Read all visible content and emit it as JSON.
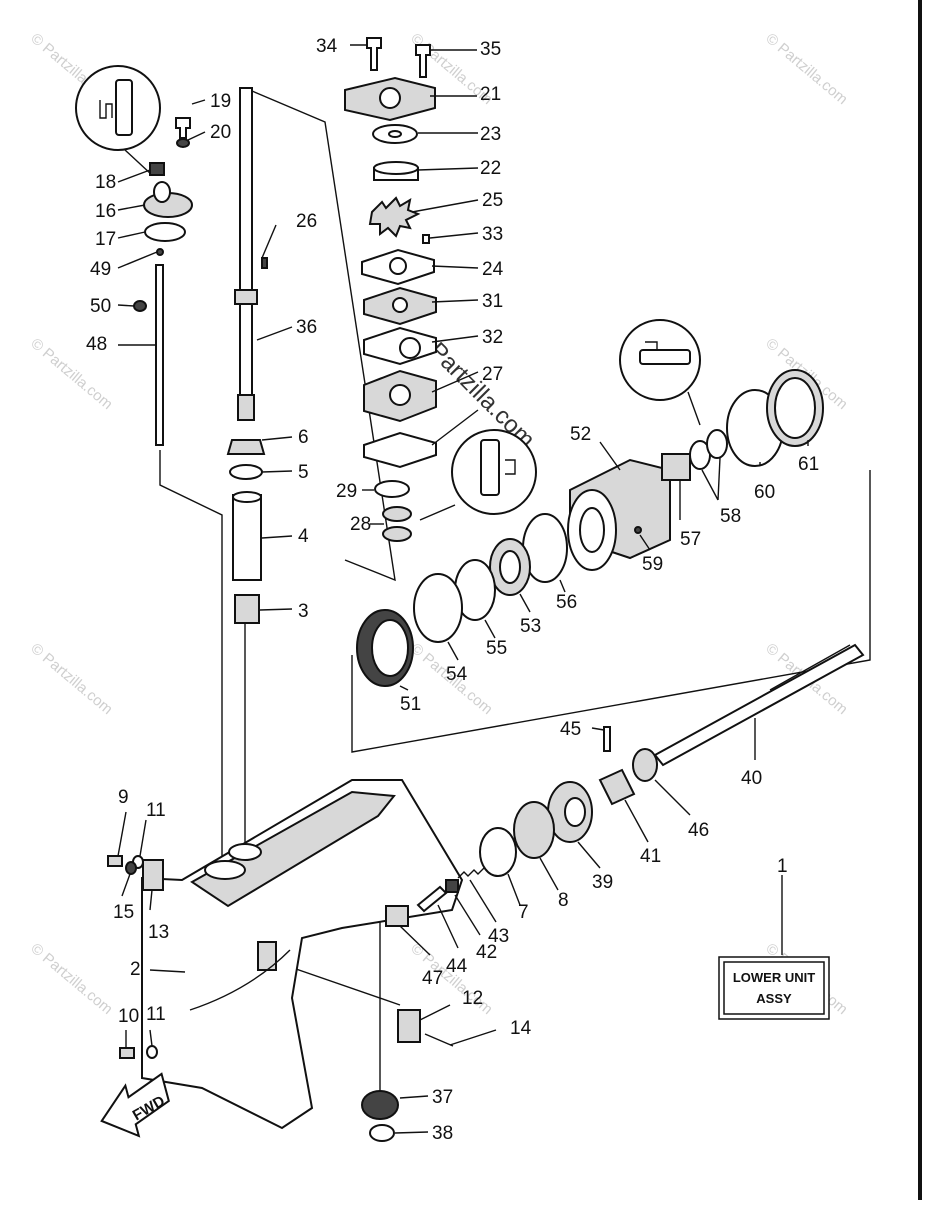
{
  "diagram": {
    "part_labels": [
      "1",
      "2",
      "3",
      "4",
      "5",
      "6",
      "7",
      "8",
      "9",
      "10",
      "11",
      "11",
      "12",
      "13",
      "14",
      "15",
      "16",
      "17",
      "18",
      "19",
      "20",
      "21",
      "22",
      "23",
      "24",
      "25",
      "26",
      "27",
      "28",
      "29",
      "31",
      "32",
      "33",
      "34",
      "35",
      "36",
      "37",
      "38",
      "39",
      "40",
      "41",
      "42",
      "43",
      "44",
      "45",
      "46",
      "47",
      "48",
      "49",
      "50",
      "51",
      "52",
      "53",
      "54",
      "55",
      "56",
      "57",
      "58",
      "59",
      "60",
      "61"
    ],
    "assembly_box": {
      "line1": "LOWER UNIT",
      "line2": "ASSY"
    },
    "direction_arrow": "FWD",
    "watermark": "© Partzilla.com",
    "center_watermark": "Partzilla.com"
  }
}
